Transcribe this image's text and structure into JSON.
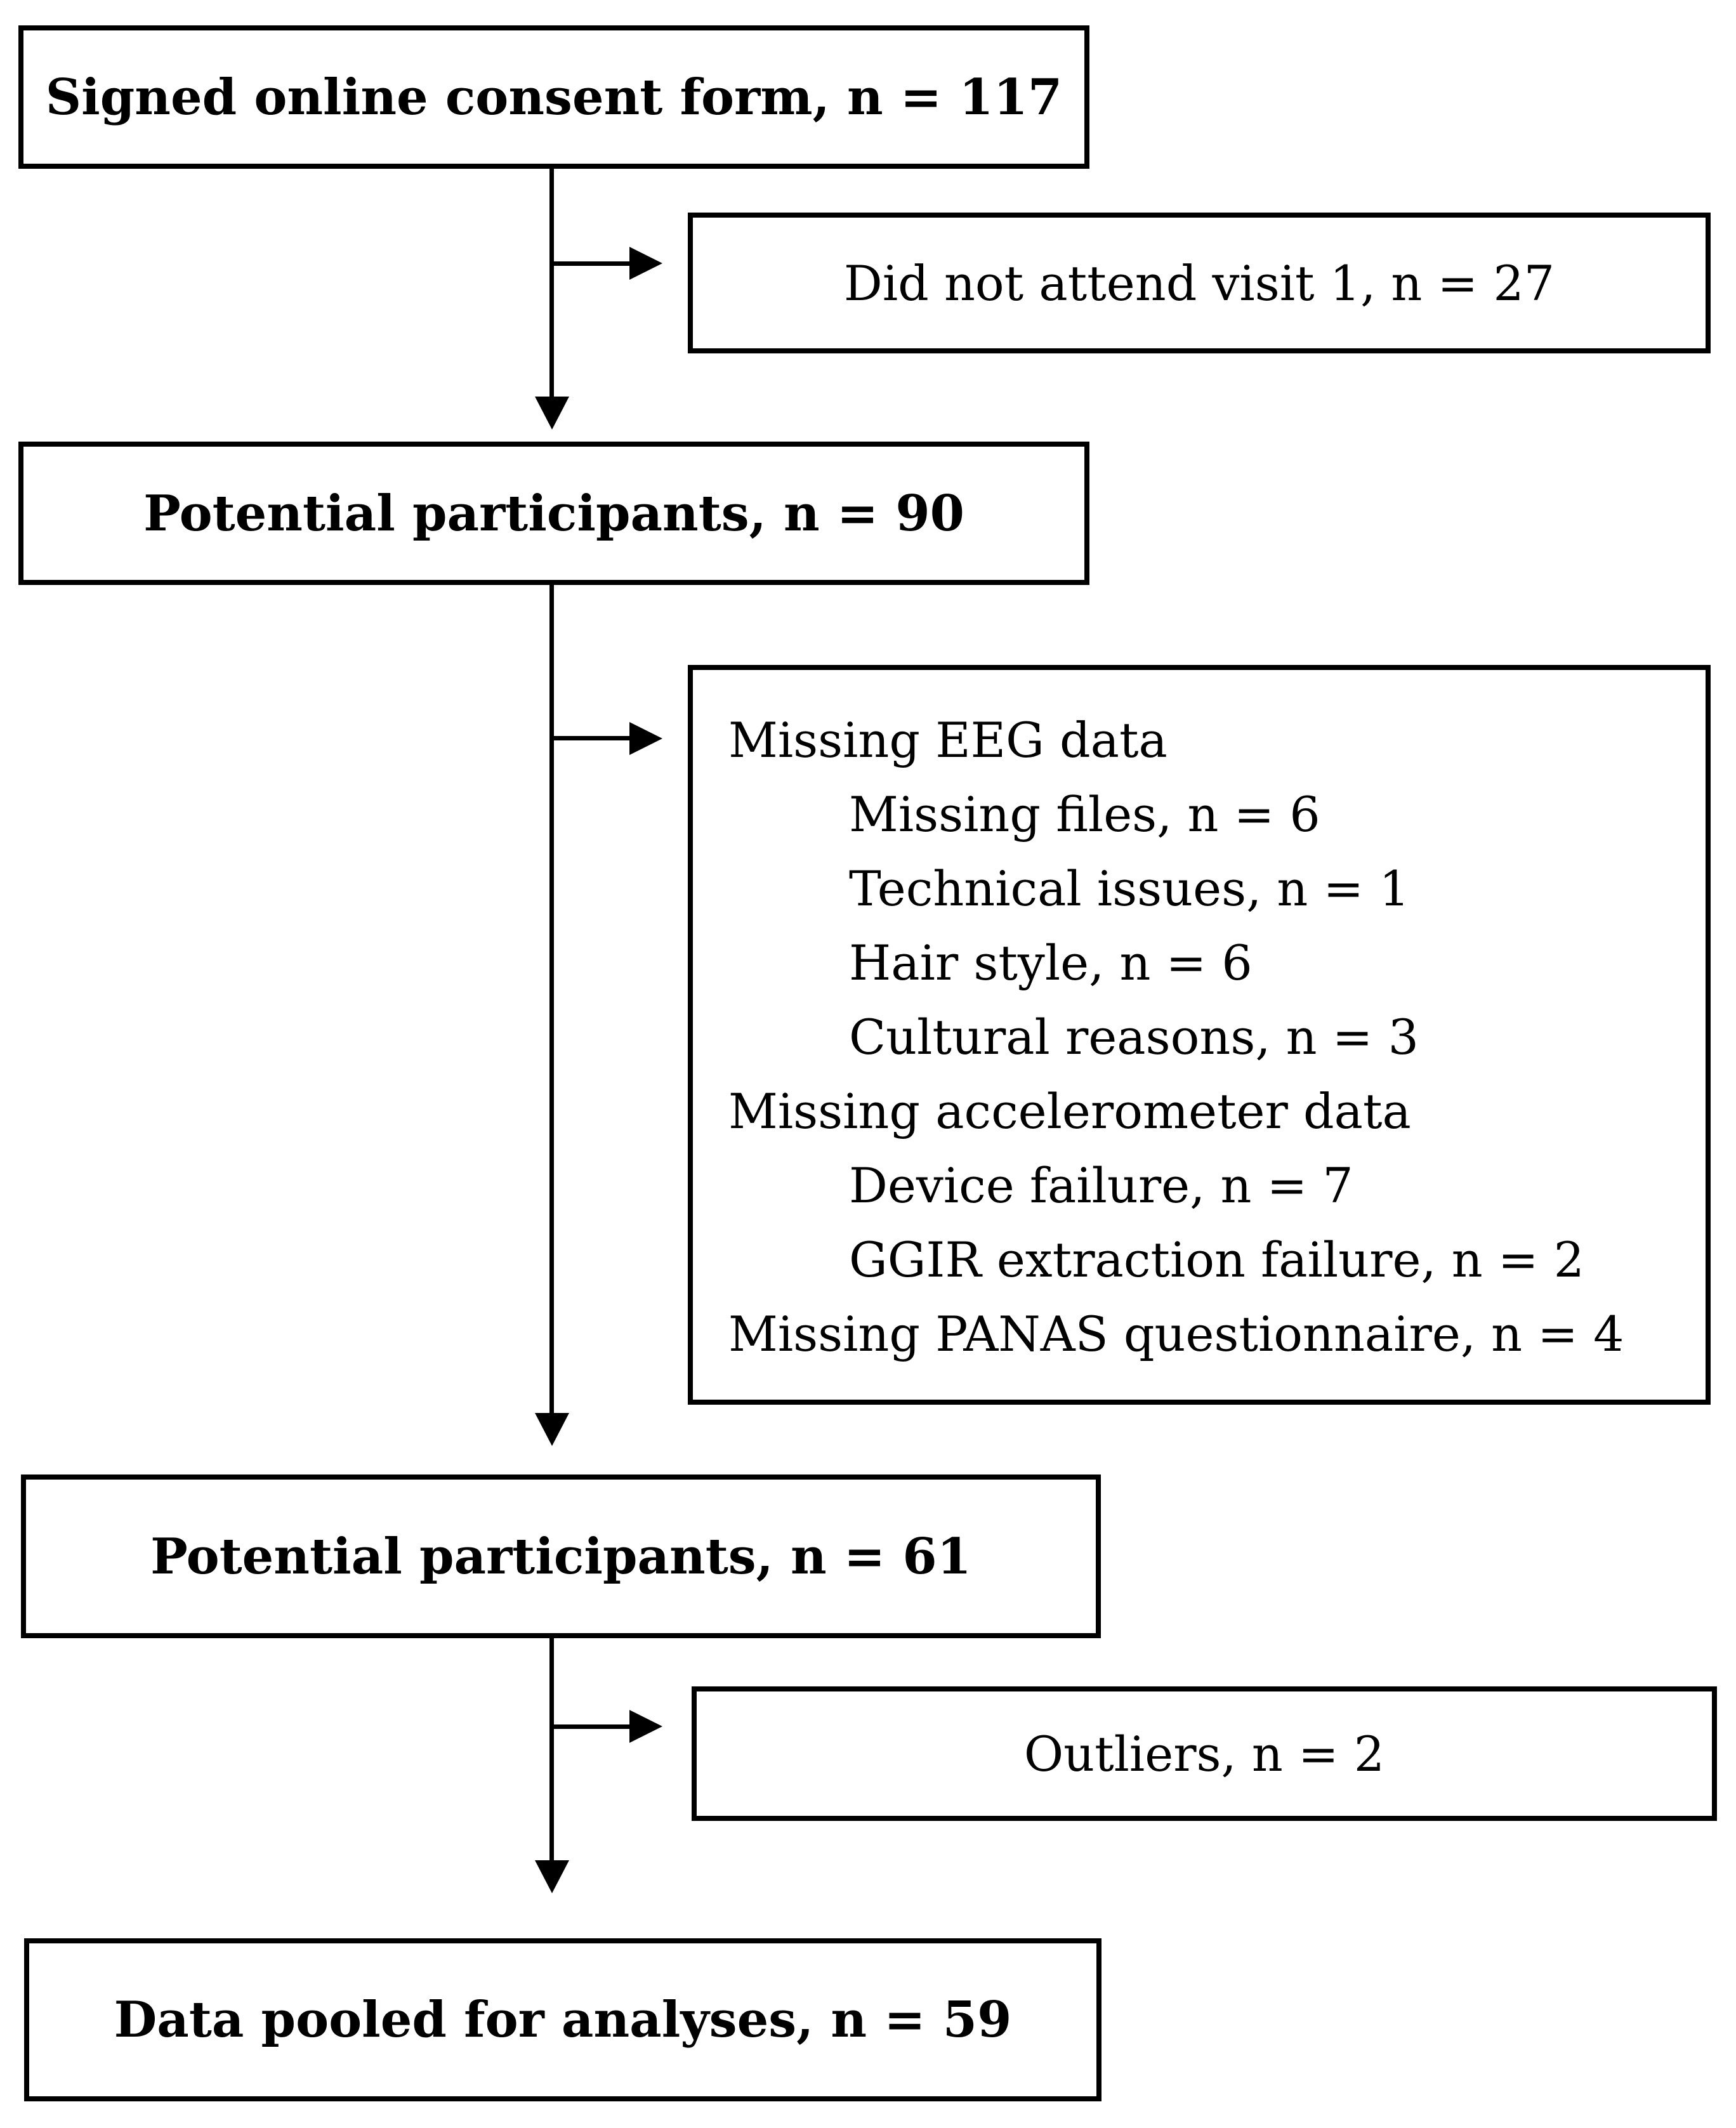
{
  "figure": {
    "background": "#ffffff",
    "stroke_color": "#000000",
    "nodes": {
      "consent": {
        "label": "Signed online consent form, n = 117"
      },
      "did_not_attend": {
        "label": "Did not attend visit 1, n = 27"
      },
      "potential_90": {
        "label": "Potential participants, n = 90"
      },
      "exclusion": {
        "lines": [
          {
            "text": "Missing EEG data",
            "indent": 0
          },
          {
            "text": "Missing files, n = 6",
            "indent": 1
          },
          {
            "text": "Technical issues, n = 1",
            "indent": 1
          },
          {
            "text": "Hair style, n = 6",
            "indent": 1
          },
          {
            "text": "Cultural reasons, n = 3",
            "indent": 1
          },
          {
            "text": "Missing accelerometer data",
            "indent": 0
          },
          {
            "text": "Device failure, n = 7",
            "indent": 1
          },
          {
            "text": "GGIR extraction failure, n = 2",
            "indent": 1
          },
          {
            "text": "Missing PANAS questionnaire, n = 4",
            "indent": 0
          }
        ]
      },
      "potential_61": {
        "label": "Potential participants, n = 61"
      },
      "outliers": {
        "label": "Outliers, n = 2"
      },
      "pooled": {
        "label": "Data pooled for analyses, n = 59"
      }
    }
  }
}
